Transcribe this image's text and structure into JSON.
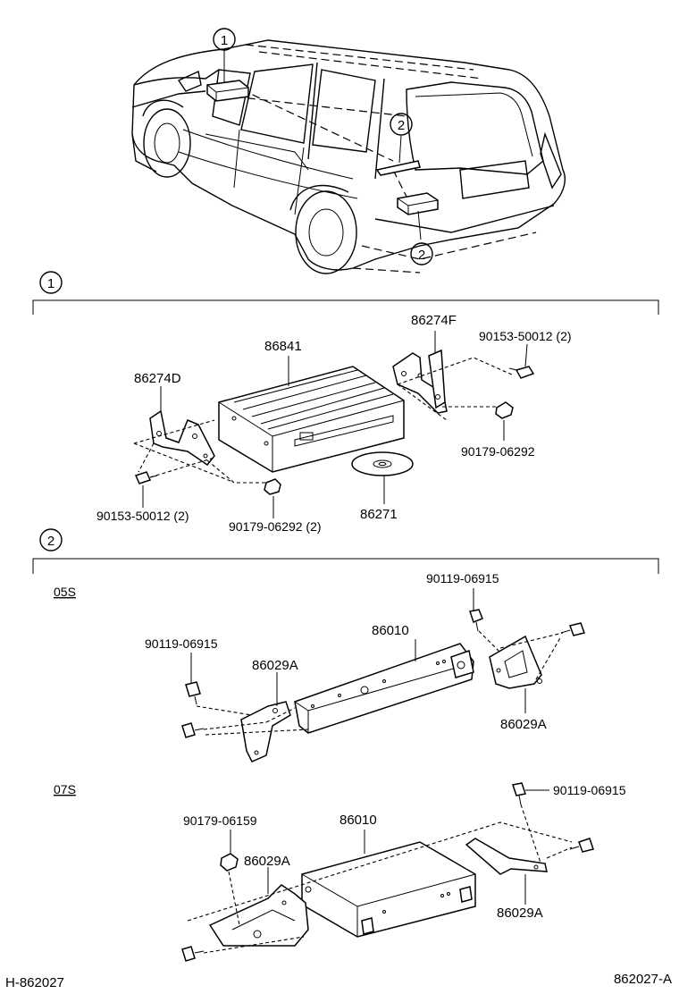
{
  "callouts": {
    "c1": "1",
    "c2": "2"
  },
  "section_1": {
    "marker": "1",
    "labels": {
      "part_86274F": "86274F",
      "part_90153_r": "90153-50012 (2)",
      "part_86841": "86841",
      "part_86274D": "86274D",
      "part_90179_r": "90179-06292",
      "part_90153_l": "90153-50012 (2)",
      "part_90179_l": "90179-06292 (2)",
      "part_86271": "86271"
    }
  },
  "section_2": {
    "marker": "2",
    "variant_a": {
      "tag": "05S",
      "labels": {
        "bolt_top": "90119-06915",
        "bolt_left": "90119-06915",
        "amp": "86010",
        "bracket_left": "86029A",
        "bracket_right": "86029A"
      }
    },
    "variant_b": {
      "tag": "07S",
      "labels": {
        "bolt_top": "90119-06915",
        "nut": "90179-06159",
        "amp": "86010",
        "bracket_left": "86029A",
        "bracket_right": "86029A"
      }
    }
  },
  "footer": {
    "left_code": "H-862027",
    "right_code": "862027-A"
  }
}
